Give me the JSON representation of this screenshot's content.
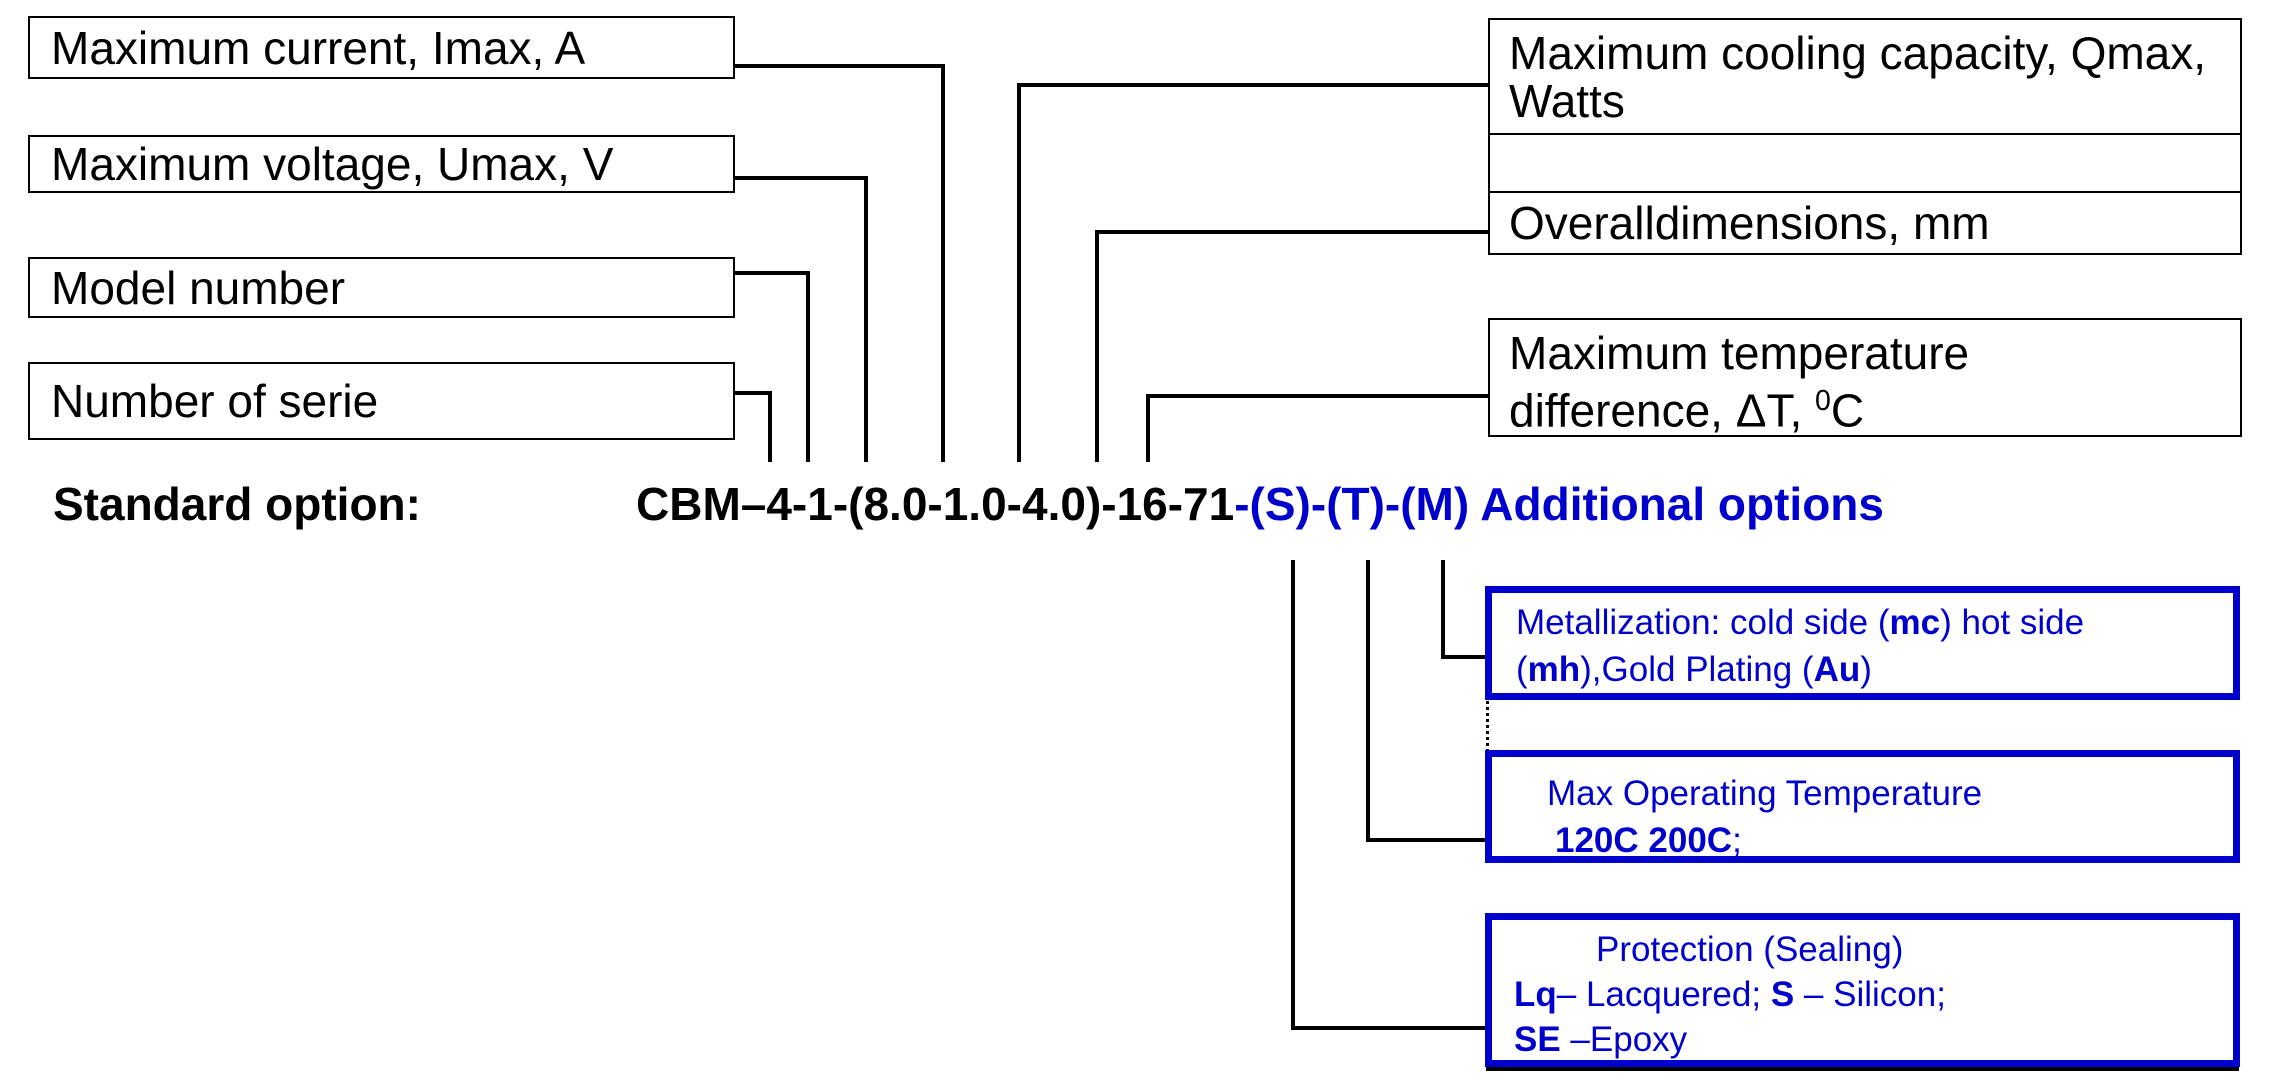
{
  "colors": {
    "accent_blue": "#0000CC",
    "line_black": "#000000"
  },
  "left_boxes": [
    {
      "label": "Maximum current, Imax, A"
    },
    {
      "label": "Maximum voltage, Umax, V"
    },
    {
      "label": "Model number"
    },
    {
      "label": "Number of serie"
    }
  ],
  "right_stack": {
    "row_cooling": "Maximum cooling capacity, Qmax, Watts",
    "row_empty": "",
    "row_dimensions": "Overalldimensions, mm"
  },
  "temp_diff_box": {
    "lines": [
      [
        {
          "t": "Maximum temperature"
        }
      ],
      [
        {
          "t": "difference, ΔT, "
        },
        {
          "t": "0",
          "sup": true
        },
        {
          "t": "C"
        }
      ]
    ]
  },
  "standard_option_label": "Standard option:",
  "part_number": {
    "black_segment": "CBM–4-1-(8.0-1.0-4.0)-16-71",
    "blue_segment": "-(S)-(T)-(M) Additional options"
  },
  "option_boxes": {
    "metallization": {
      "lines": [
        [
          {
            "t": "Metallization: cold side ("
          },
          {
            "t": "mc",
            "b": true
          },
          {
            "t": ")  hot side"
          }
        ],
        [
          {
            "t": "("
          },
          {
            "t": "mh",
            "b": true
          },
          {
            "t": "),Gold Plating ("
          },
          {
            "t": "Au",
            "b": true
          },
          {
            "t": ")"
          }
        ]
      ]
    },
    "max_operating_temperature": {
      "lines": [
        [
          {
            "t": "Max Operating Temperature"
          }
        ],
        [
          {
            "t": "120C  200C",
            "b": true
          },
          {
            "t": ";"
          }
        ]
      ]
    },
    "protection": {
      "lines": [
        [
          {
            "t": "Protection (Sealing)"
          }
        ],
        [
          {
            "t": "Lq",
            "b": true
          },
          {
            "t": "– Lacquered; "
          },
          {
            "t": "S",
            "b": true
          },
          {
            "t": " – Silicon;"
          }
        ],
        [
          {
            "t": "SE",
            "b": true
          },
          {
            "t": " –Epoxy"
          }
        ]
      ]
    }
  }
}
